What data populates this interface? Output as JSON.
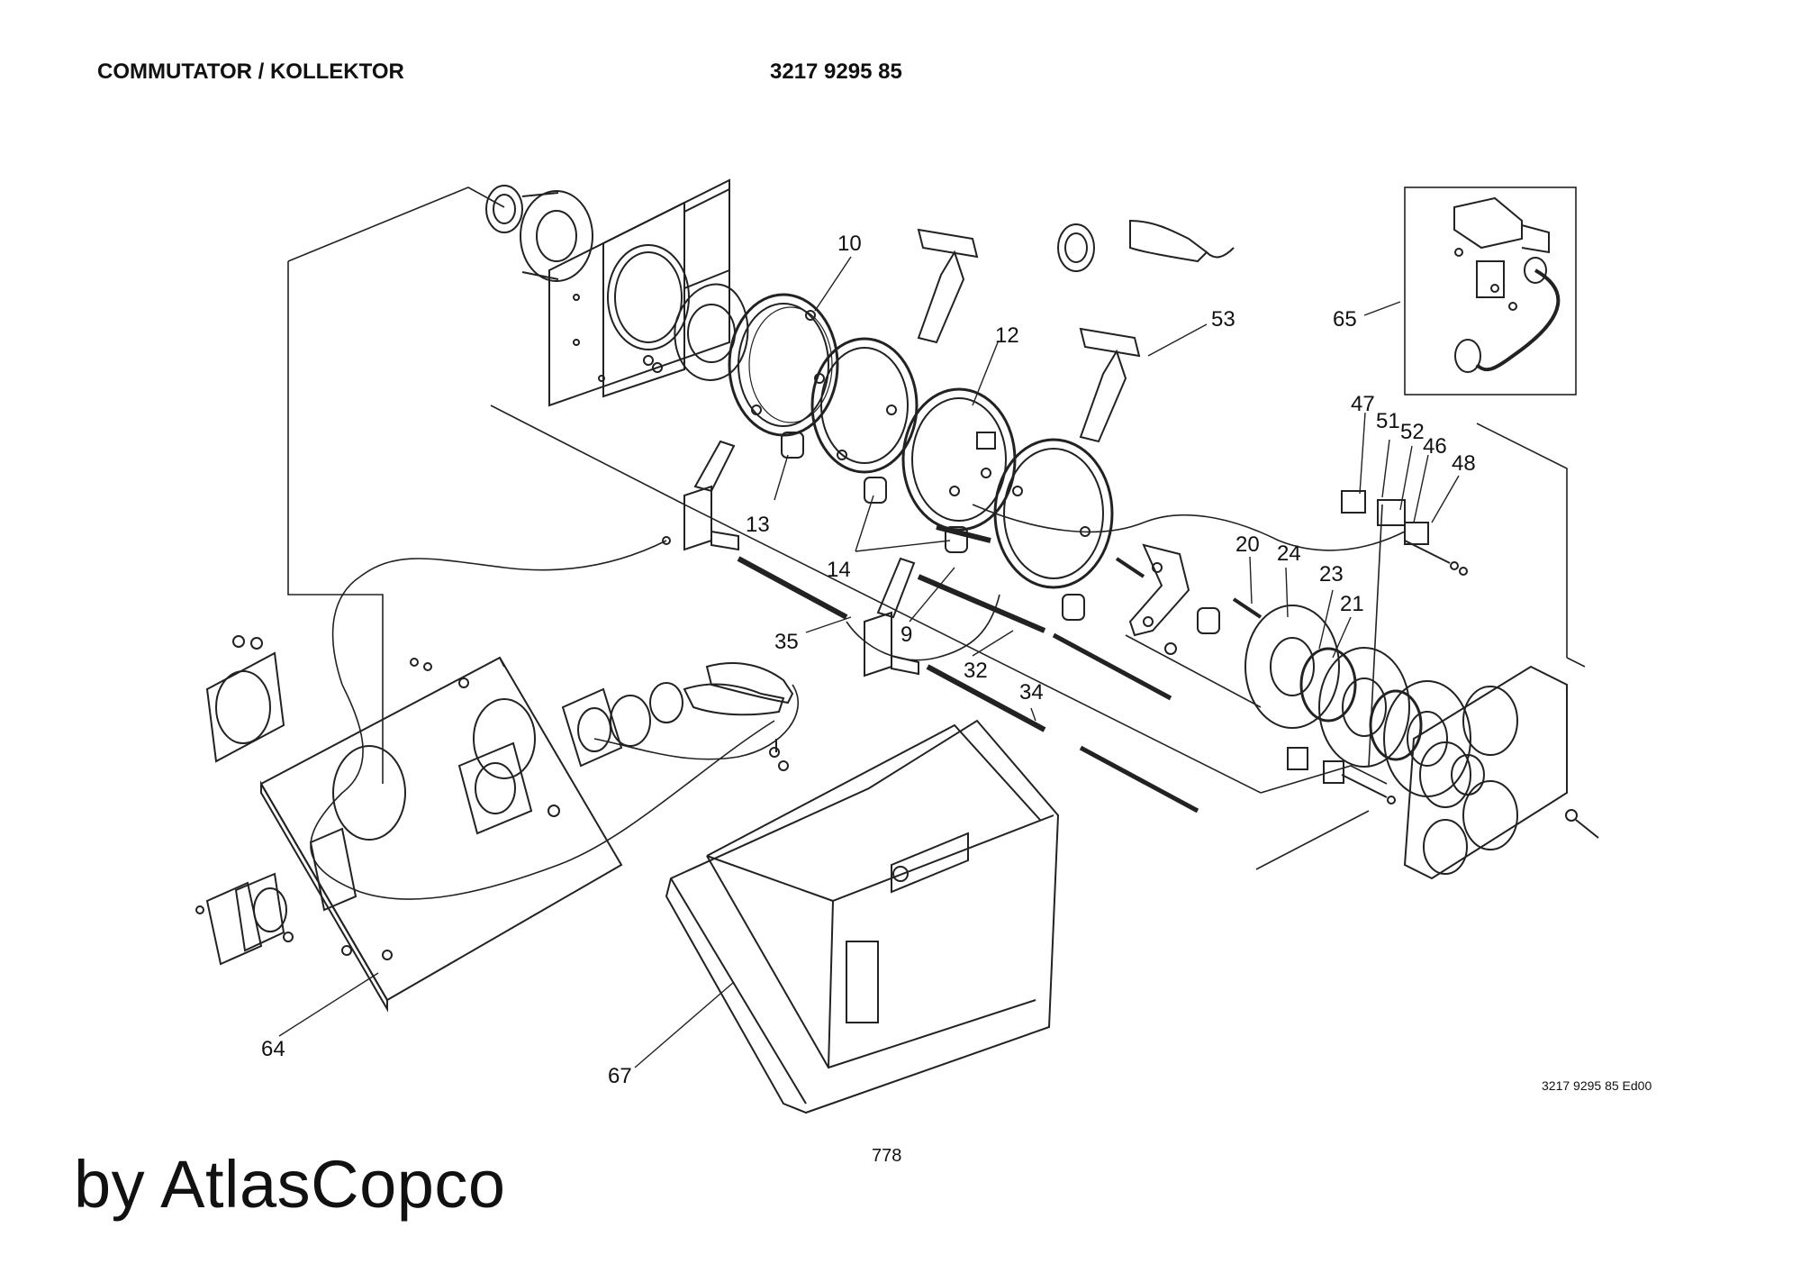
{
  "header": {
    "title": "COMMUTATOR / KOLLEKTOR",
    "part_number": "3217 9295 85"
  },
  "callouts": [
    {
      "id": "c10",
      "label": "10"
    },
    {
      "id": "c12",
      "label": "12"
    },
    {
      "id": "c13",
      "label": "13"
    },
    {
      "id": "c14",
      "label": "14"
    },
    {
      "id": "c9",
      "label": "9"
    },
    {
      "id": "c35",
      "label": "35"
    },
    {
      "id": "c32",
      "label": "32"
    },
    {
      "id": "c34",
      "label": "34"
    },
    {
      "id": "c53",
      "label": "53"
    },
    {
      "id": "c65",
      "label": "65"
    },
    {
      "id": "c47",
      "label": "47"
    },
    {
      "id": "c51",
      "label": "51"
    },
    {
      "id": "c52",
      "label": "52"
    },
    {
      "id": "c46",
      "label": "46"
    },
    {
      "id": "c48",
      "label": "48"
    },
    {
      "id": "c20",
      "label": "20"
    },
    {
      "id": "c24",
      "label": "24"
    },
    {
      "id": "c23",
      "label": "23"
    },
    {
      "id": "c21",
      "label": "21"
    },
    {
      "id": "c64",
      "label": "64"
    },
    {
      "id": "c67",
      "label": "67"
    }
  ],
  "footer": {
    "drawing_ref": "3217 9295 85 Ed00",
    "page_number": "778",
    "watermark": "by AtlasCopco"
  }
}
